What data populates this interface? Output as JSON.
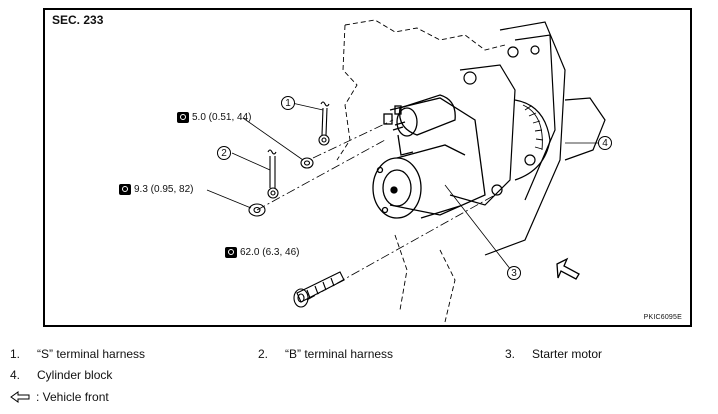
{
  "section": "SEC. 233",
  "figure_code": "PKIC6095E",
  "torques": [
    {
      "value": "5.0 (0.51, 44)"
    },
    {
      "value": "9.3 (0.95, 82)"
    },
    {
      "value": "62.0 (6.3, 46)"
    }
  ],
  "callouts": [
    "1",
    "2",
    "3",
    "4"
  ],
  "legend": [
    {
      "num": "1.",
      "text": "“S” terminal harness"
    },
    {
      "num": "2.",
      "text": "“B” terminal harness"
    },
    {
      "num": "3.",
      "text": "Starter motor"
    },
    {
      "num": "4.",
      "text": "Cylinder block"
    }
  ],
  "front_note": ": Vehicle front"
}
